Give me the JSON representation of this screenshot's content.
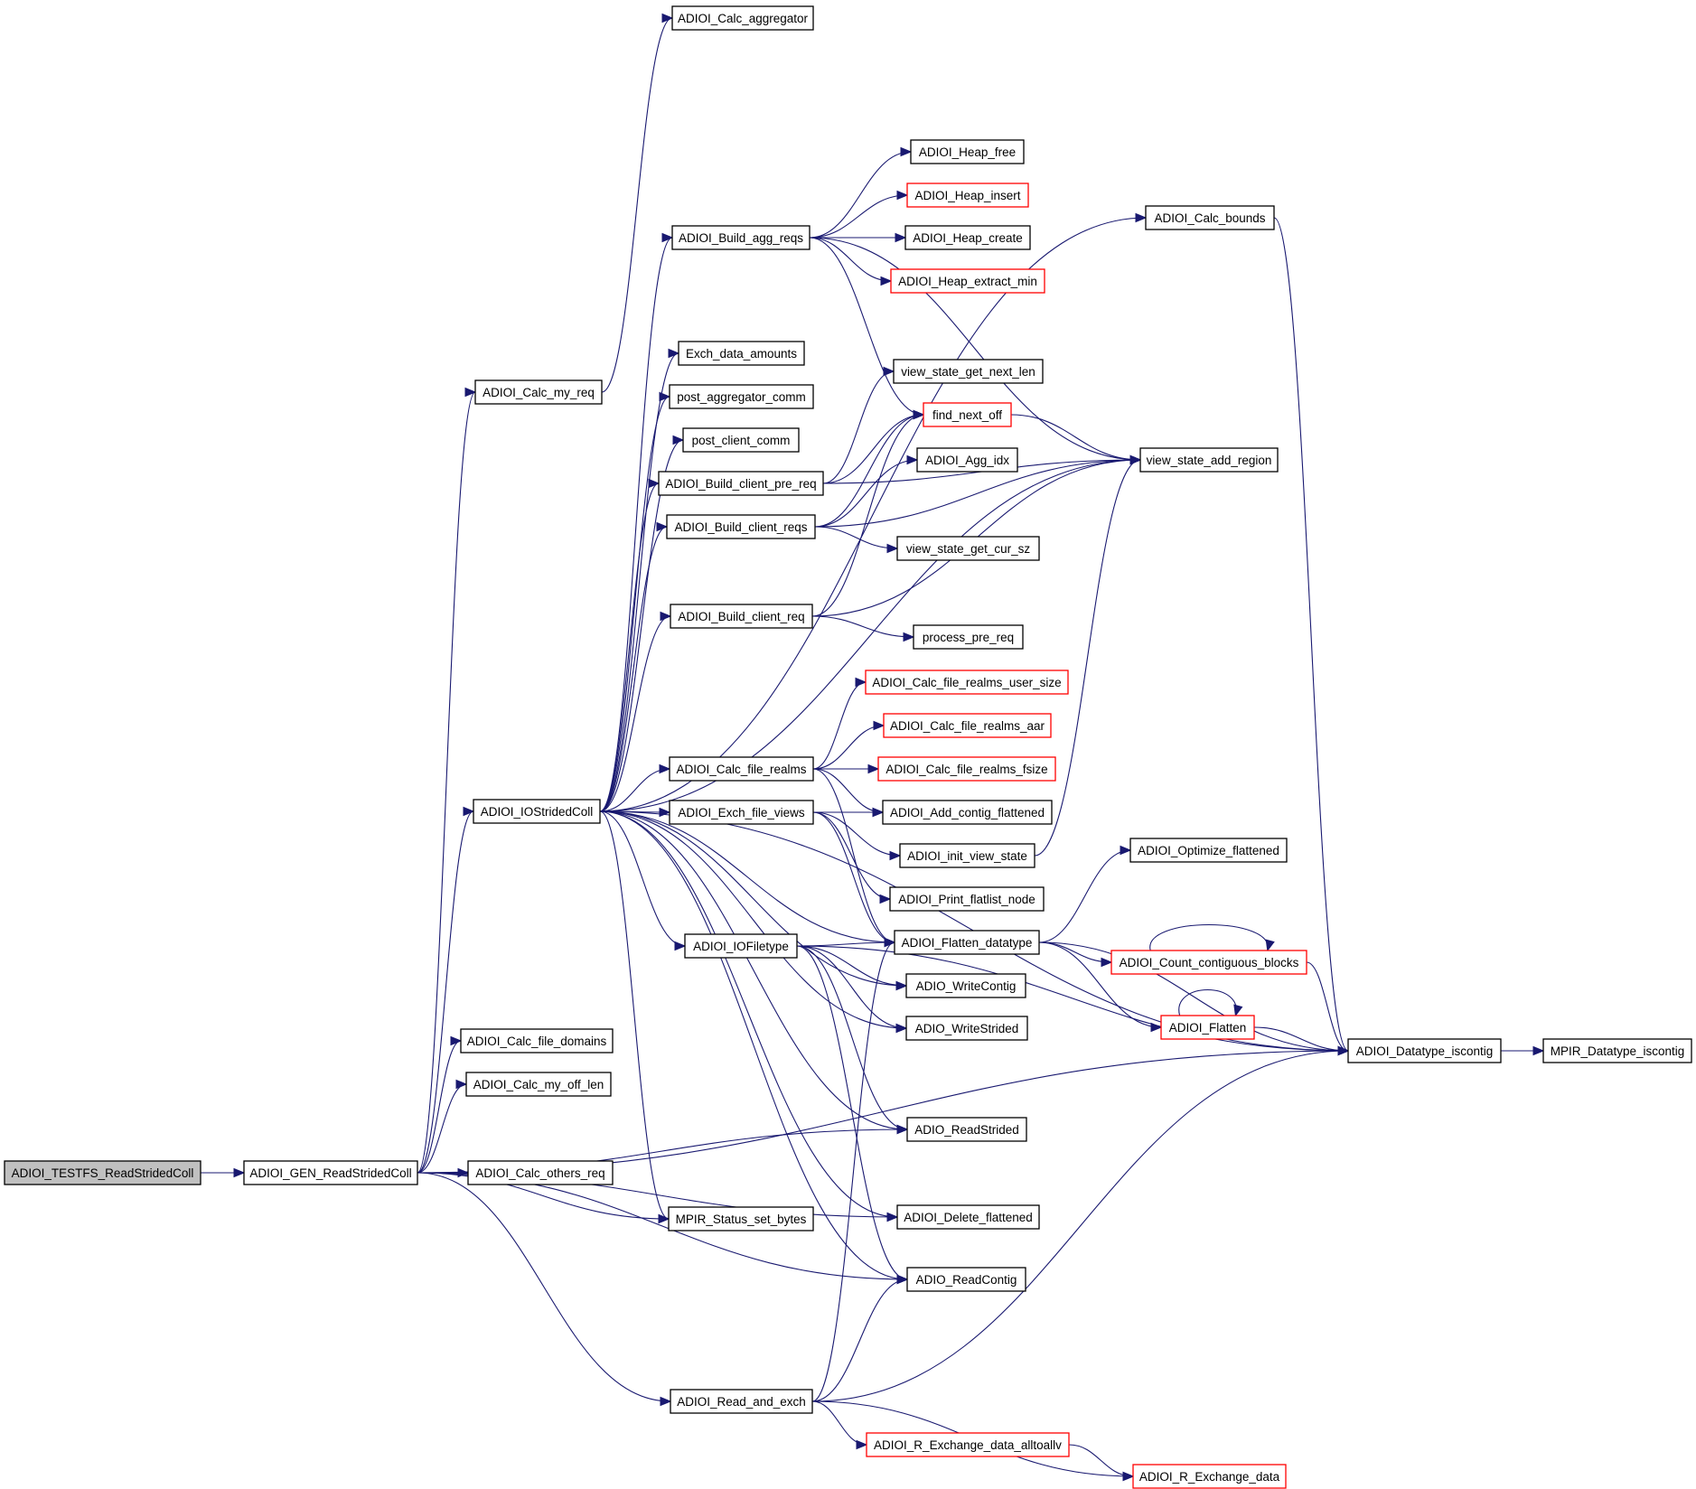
{
  "colors": {
    "edge": "#191970",
    "node_border": "#000000",
    "partial_border": "#ff0000",
    "root_fill": "#c0c0c0"
  },
  "nodes": [
    {
      "id": "testfs",
      "label": "ADIOI_TESTFS_ReadStridedColl",
      "style": "root"
    },
    {
      "id": "gen",
      "label": "ADIOI_GEN_ReadStridedColl",
      "style": "normal"
    },
    {
      "id": "calc_my_req",
      "label": "ADIOI_Calc_my_req",
      "style": "normal"
    },
    {
      "id": "calc_aggregator",
      "label": "ADIOI_Calc_aggregator",
      "style": "normal"
    },
    {
      "id": "iostridedcoll",
      "label": "ADIOI_IOStridedColl",
      "style": "normal"
    },
    {
      "id": "calc_file_domains",
      "label": "ADIOI_Calc_file_domains",
      "style": "normal"
    },
    {
      "id": "calc_my_off_len",
      "label": "ADIOI_Calc_my_off_len",
      "style": "normal"
    },
    {
      "id": "calc_others_req",
      "label": "ADIOI_Calc_others_req",
      "style": "normal"
    },
    {
      "id": "build_agg_reqs",
      "label": "ADIOI_Build_agg_reqs",
      "style": "normal"
    },
    {
      "id": "exch_data_amounts",
      "label": "Exch_data_amounts",
      "style": "normal"
    },
    {
      "id": "post_aggregator_comm",
      "label": "post_aggregator_comm",
      "style": "normal"
    },
    {
      "id": "post_client_comm",
      "label": "post_client_comm",
      "style": "normal"
    },
    {
      "id": "build_client_pre_req",
      "label": "ADIOI_Build_client_pre_req",
      "style": "normal"
    },
    {
      "id": "build_client_reqs",
      "label": "ADIOI_Build_client_reqs",
      "style": "normal"
    },
    {
      "id": "build_client_req",
      "label": "ADIOI_Build_client_req",
      "style": "normal"
    },
    {
      "id": "calc_file_realms",
      "label": "ADIOI_Calc_file_realms",
      "style": "normal"
    },
    {
      "id": "exch_file_views",
      "label": "ADIOI_Exch_file_views",
      "style": "normal"
    },
    {
      "id": "iofiletype",
      "label": "ADIOI_IOFiletype",
      "style": "normal"
    },
    {
      "id": "mpir_status",
      "label": "MPIR_Status_set_bytes",
      "style": "normal"
    },
    {
      "id": "read_and_exch",
      "label": "ADIOI_Read_and_exch",
      "style": "normal"
    },
    {
      "id": "heap_free",
      "label": "ADIOI_Heap_free",
      "style": "normal"
    },
    {
      "id": "heap_insert",
      "label": "ADIOI_Heap_insert",
      "style": "partial"
    },
    {
      "id": "heap_create",
      "label": "ADIOI_Heap_create",
      "style": "normal"
    },
    {
      "id": "heap_extract_min",
      "label": "ADIOI_Heap_extract_min",
      "style": "partial"
    },
    {
      "id": "vs_get_next_len",
      "label": "view_state_get_next_len",
      "style": "normal"
    },
    {
      "id": "find_next_off",
      "label": "find_next_off",
      "style": "partial"
    },
    {
      "id": "agg_idx",
      "label": "ADIOI_Agg_idx",
      "style": "normal"
    },
    {
      "id": "vs_get_cur_sz",
      "label": "view_state_get_cur_sz",
      "style": "normal"
    },
    {
      "id": "process_pre_req",
      "label": "process_pre_req",
      "style": "normal"
    },
    {
      "id": "cfr_user_size",
      "label": "ADIOI_Calc_file_realms_user_size",
      "style": "partial"
    },
    {
      "id": "cfr_aar",
      "label": "ADIOI_Calc_file_realms_aar",
      "style": "partial"
    },
    {
      "id": "cfr_fsize",
      "label": "ADIOI_Calc_file_realms_fsize",
      "style": "partial"
    },
    {
      "id": "add_contig_flattened",
      "label": "ADIOI_Add_contig_flattened",
      "style": "normal"
    },
    {
      "id": "init_view_state",
      "label": "ADIOI_init_view_state",
      "style": "normal"
    },
    {
      "id": "print_flatlist_node",
      "label": "ADIOI_Print_flatlist_node",
      "style": "normal"
    },
    {
      "id": "flatten_datatype",
      "label": "ADIOI_Flatten_datatype",
      "style": "normal"
    },
    {
      "id": "adio_writecontig",
      "label": "ADIO_WriteContig",
      "style": "normal"
    },
    {
      "id": "adio_writestrided",
      "label": "ADIO_WriteStrided",
      "style": "normal"
    },
    {
      "id": "adio_readstrided",
      "label": "ADIO_ReadStrided",
      "style": "normal"
    },
    {
      "id": "delete_flattened",
      "label": "ADIOI_Delete_flattened",
      "style": "normal"
    },
    {
      "id": "adio_readcontig",
      "label": "ADIO_ReadContig",
      "style": "normal"
    },
    {
      "id": "r_exchange_alltoallv",
      "label": "ADIOI_R_Exchange_data_alltoallv",
      "style": "partial"
    },
    {
      "id": "calc_bounds",
      "label": "ADIOI_Calc_bounds",
      "style": "normal"
    },
    {
      "id": "vs_add_region",
      "label": "view_state_add_region",
      "style": "normal"
    },
    {
      "id": "optimize_flattened",
      "label": "ADIOI_Optimize_flattened",
      "style": "normal"
    },
    {
      "id": "count_contig_blocks",
      "label": "ADIOI_Count_contiguous_blocks",
      "style": "partial"
    },
    {
      "id": "flatten",
      "label": "ADIOI_Flatten",
      "style": "partial"
    },
    {
      "id": "datatype_iscontig",
      "label": "ADIOI_Datatype_iscontig",
      "style": "normal"
    },
    {
      "id": "r_exchange_data",
      "label": "ADIOI_R_Exchange_data",
      "style": "partial"
    },
    {
      "id": "mpir_datatype_iscontig",
      "label": "MPIR_Datatype_iscontig",
      "style": "normal"
    }
  ],
  "edges": [
    [
      "testfs",
      "gen"
    ],
    [
      "gen",
      "calc_my_req"
    ],
    [
      "gen",
      "iostridedcoll"
    ],
    [
      "gen",
      "calc_file_domains"
    ],
    [
      "gen",
      "calc_my_off_len"
    ],
    [
      "gen",
      "calc_others_req"
    ],
    [
      "gen",
      "mpir_status"
    ],
    [
      "gen",
      "read_and_exch"
    ],
    [
      "gen",
      "adio_readstrided"
    ],
    [
      "gen",
      "delete_flattened"
    ],
    [
      "gen",
      "adio_readcontig"
    ],
    [
      "gen",
      "datatype_iscontig"
    ],
    [
      "calc_my_req",
      "calc_aggregator"
    ],
    [
      "iostridedcoll",
      "build_agg_reqs"
    ],
    [
      "iostridedcoll",
      "exch_data_amounts"
    ],
    [
      "iostridedcoll",
      "post_aggregator_comm"
    ],
    [
      "iostridedcoll",
      "post_client_comm"
    ],
    [
      "iostridedcoll",
      "build_client_pre_req"
    ],
    [
      "iostridedcoll",
      "build_client_reqs"
    ],
    [
      "iostridedcoll",
      "build_client_req"
    ],
    [
      "iostridedcoll",
      "calc_file_realms"
    ],
    [
      "iostridedcoll",
      "exch_file_views"
    ],
    [
      "iostridedcoll",
      "iofiletype"
    ],
    [
      "iostridedcoll",
      "mpir_status"
    ],
    [
      "iostridedcoll",
      "calc_bounds"
    ],
    [
      "iostridedcoll",
      "vs_add_region"
    ],
    [
      "iostridedcoll",
      "flatten_datatype"
    ],
    [
      "iostridedcoll",
      "adio_writecontig"
    ],
    [
      "iostridedcoll",
      "adio_writestrided"
    ],
    [
      "iostridedcoll",
      "adio_readstrided"
    ],
    [
      "iostridedcoll",
      "delete_flattened"
    ],
    [
      "iostridedcoll",
      "adio_readcontig"
    ],
    [
      "iostridedcoll",
      "datatype_iscontig"
    ],
    [
      "build_agg_reqs",
      "heap_free"
    ],
    [
      "build_agg_reqs",
      "heap_insert"
    ],
    [
      "build_agg_reqs",
      "heap_create"
    ],
    [
      "build_agg_reqs",
      "heap_extract_min"
    ],
    [
      "build_agg_reqs",
      "find_next_off"
    ],
    [
      "build_agg_reqs",
      "vs_add_region"
    ],
    [
      "build_client_pre_req",
      "vs_get_next_len"
    ],
    [
      "build_client_pre_req",
      "find_next_off"
    ],
    [
      "build_client_pre_req",
      "vs_add_region"
    ],
    [
      "build_client_reqs",
      "find_next_off"
    ],
    [
      "build_client_reqs",
      "agg_idx"
    ],
    [
      "build_client_reqs",
      "vs_add_region"
    ],
    [
      "build_client_reqs",
      "vs_get_cur_sz"
    ],
    [
      "build_client_req",
      "find_next_off"
    ],
    [
      "build_client_req",
      "vs_add_region"
    ],
    [
      "build_client_req",
      "process_pre_req"
    ],
    [
      "find_next_off",
      "vs_add_region"
    ],
    [
      "calc_file_realms",
      "cfr_user_size"
    ],
    [
      "calc_file_realms",
      "cfr_aar"
    ],
    [
      "calc_file_realms",
      "cfr_fsize"
    ],
    [
      "calc_file_realms",
      "add_contig_flattened"
    ],
    [
      "calc_file_realms",
      "flatten_datatype"
    ],
    [
      "exch_file_views",
      "add_contig_flattened"
    ],
    [
      "exch_file_views",
      "init_view_state"
    ],
    [
      "exch_file_views",
      "print_flatlist_node"
    ],
    [
      "exch_file_views",
      "flatten_datatype"
    ],
    [
      "init_view_state",
      "vs_add_region"
    ],
    [
      "iofiletype",
      "flatten_datatype"
    ],
    [
      "iofiletype",
      "adio_writecontig"
    ],
    [
      "iofiletype",
      "adio_writestrided"
    ],
    [
      "iofiletype",
      "adio_readstrided"
    ],
    [
      "iofiletype",
      "adio_readcontig"
    ],
    [
      "iofiletype",
      "datatype_iscontig"
    ],
    [
      "flatten_datatype",
      "optimize_flattened"
    ],
    [
      "flatten_datatype",
      "count_contig_blocks"
    ],
    [
      "flatten_datatype",
      "flatten"
    ],
    [
      "flatten_datatype",
      "datatype_iscontig"
    ],
    [
      "count_contig_blocks",
      "count_contig_blocks"
    ],
    [
      "count_contig_blocks",
      "datatype_iscontig"
    ],
    [
      "flatten",
      "flatten"
    ],
    [
      "flatten",
      "datatype_iscontig"
    ],
    [
      "calc_bounds",
      "datatype_iscontig"
    ],
    [
      "datatype_iscontig",
      "mpir_datatype_iscontig"
    ],
    [
      "read_and_exch",
      "flatten_datatype"
    ],
    [
      "read_and_exch",
      "adio_readcontig"
    ],
    [
      "read_and_exch",
      "datatype_iscontig"
    ],
    [
      "read_and_exch",
      "r_exchange_alltoallv"
    ],
    [
      "read_and_exch",
      "r_exchange_data"
    ],
    [
      "r_exchange_alltoallv",
      "r_exchange_data"
    ]
  ]
}
